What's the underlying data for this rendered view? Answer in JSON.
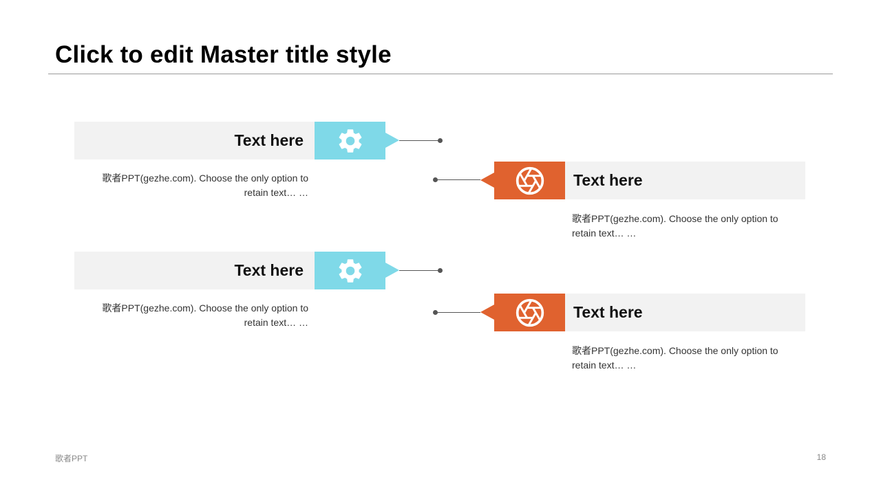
{
  "slide": {
    "title": "Click to edit Master title style",
    "page_number": "18",
    "footer": "歌者PPT"
  },
  "colors": {
    "cyan": "#7fd9e8",
    "orange": "#e0622f",
    "bar_bg": "#f2f2f2"
  },
  "items": [
    {
      "heading": "Text here",
      "desc_line1": "歌者PPT(gezhe.com). Choose the only option to",
      "desc_line2": "retain text… …",
      "icon": "gear-icon"
    },
    {
      "heading": "Text here",
      "desc_line1": "歌者PPT(gezhe.com). Choose the only option to",
      "desc_line2": "retain text… …",
      "icon": "aperture-icon"
    },
    {
      "heading": "Text here",
      "desc_line1": "歌者PPT(gezhe.com). Choose the only option to",
      "desc_line2": "retain text… …",
      "icon": "gear-icon"
    },
    {
      "heading": "Text here",
      "desc_line1": "歌者PPT(gezhe.com). Choose the only option to",
      "desc_line2": "retain text… …",
      "icon": "aperture-icon"
    }
  ]
}
